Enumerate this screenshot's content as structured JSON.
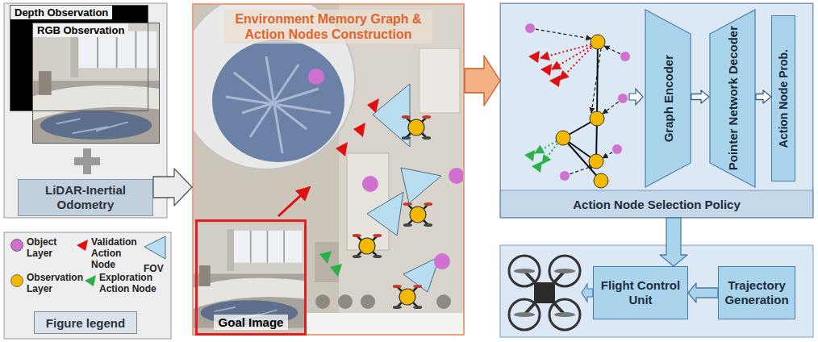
{
  "diagram": {
    "nodes": [
      {
        "text": [
          "Depth Observation"
        ]
      },
      {
        "text": [
          "RGB Observation"
        ]
      },
      {
        "text": [
          "LiDAR-Inertial Odometry"
        ]
      },
      {
        "text": [
          "Environment Memory Graph & Action Nodes Construction"
        ]
      },
      {
        "text": [
          "Goal Image"
        ],
        "in": 3
      },
      {
        "text": [
          "Action Node Selection Policy"
        ]
      },
      {
        "text": [
          "Graph Encoder"
        ],
        "in": 5
      },
      {
        "text": [
          "Pointer Network Decoder"
        ],
        "in": 5
      },
      {
        "text": [
          "Action Node Prob."
        ],
        "in": 5
      },
      {
        "text": [
          "Flight Control Unit"
        ]
      },
      {
        "text": [
          "Trajectory Generation"
        ]
      }
    ],
    "edges": [
      {
        "from": 2,
        "to": 3,
        "arrow": "to"
      },
      {
        "from": 3,
        "to": 5,
        "arrow": "to"
      },
      {
        "from": 6,
        "to": 7,
        "arrow": "to"
      },
      {
        "from": 7,
        "to": 8,
        "arrow": "to"
      },
      {
        "from": 5,
        "to": 9,
        "arrow": "to"
      },
      {
        "from": 10,
        "to": 9,
        "arrow": "to"
      }
    ],
    "labels": [
      "Figure legend"
    ],
    "legend": [
      {
        "text": "Object Layer",
        "color": "#d070d0"
      },
      {
        "text": "Validation Action Node",
        "color": "#e01010"
      },
      {
        "text": "FOV",
        "color": "#b8dcf0"
      },
      {
        "text": "Observation Layer",
        "color": "#f5b800"
      },
      {
        "text": "Exploration Action Node",
        "color": "#2db04a"
      }
    ]
  }
}
